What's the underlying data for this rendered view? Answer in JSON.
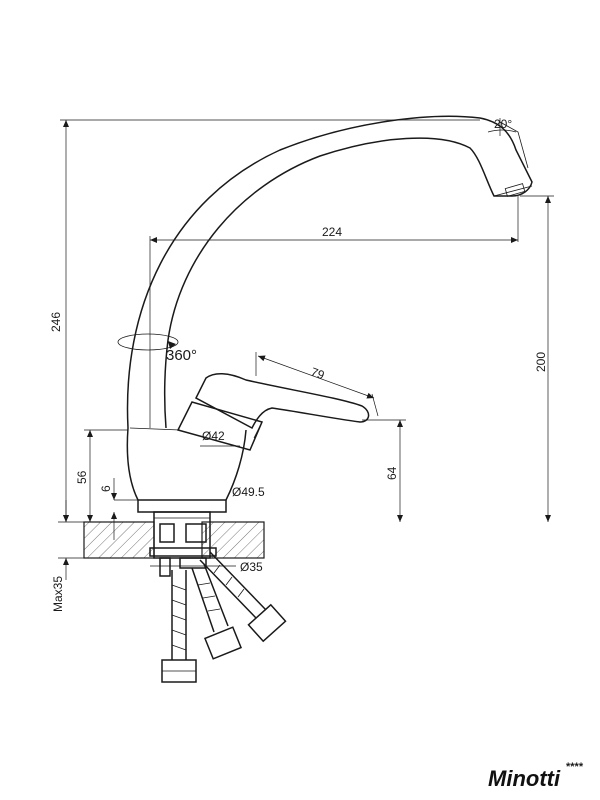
{
  "dimensions": {
    "height_total": "246",
    "spout_reach": "224",
    "spout_height": "200",
    "spout_angle": "20°",
    "rotation": "360°",
    "handle_length": "79",
    "body_diameter": "Ø42",
    "base_diameter": "Ø49.5",
    "handle_height": "64",
    "body_height": "56",
    "base_height": "6",
    "mount_diameter": "Ø35",
    "max_thickness": "Max35"
  },
  "brand": {
    "name": "Minotti",
    "stars": "****"
  }
}
